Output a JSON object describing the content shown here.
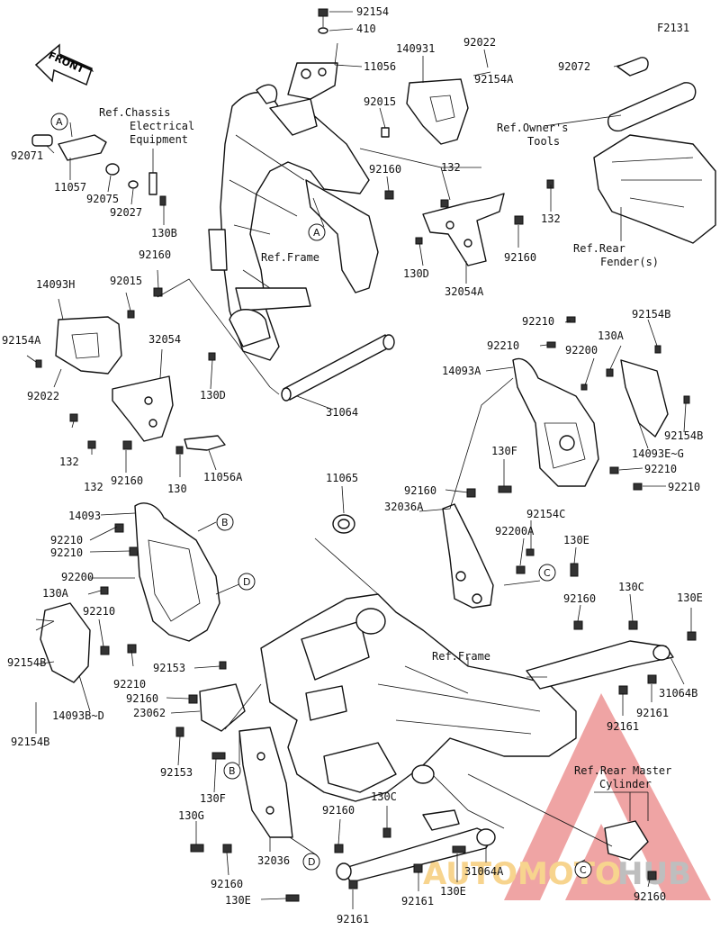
{
  "diagram_code": "F2131",
  "front_label": "FRONT",
  "refs": {
    "chassis_electrical": [
      "Ref.Chassis",
      "Electrical",
      "Equipment"
    ],
    "owners_tools": [
      "Ref.Owner's",
      "Tools"
    ],
    "rear_fender": [
      "Ref.Rear",
      "Fender(s)"
    ],
    "frame_upper": "Ref.Frame",
    "frame_lower": "Ref.Frame",
    "rear_master_cylinder": [
      "Ref.Rear Master",
      "Cylinder"
    ]
  },
  "callouts": [
    "A",
    "A",
    "B",
    "B",
    "C",
    "C",
    "D",
    "D"
  ],
  "part_numbers": {
    "p92154_top": "92154",
    "p410": "410",
    "p11056": "11056",
    "p140931": "140931",
    "p92022_top": "92022",
    "p92154A_top": "92154A",
    "p92015_top": "92015",
    "p92072": "92072",
    "p92160_mid": "92160",
    "p132_mid": "132",
    "p132_right": "132",
    "p92160_right": "92160",
    "p130D_right": "130D",
    "p32054A": "32054A",
    "p92071": "92071",
    "p11057": "11057",
    "p92075": "92075",
    "p92027": "92027",
    "p130B": "130B",
    "p92160_left_top": "92160",
    "p14093H": "14093H",
    "p92015_left": "92015",
    "p92154A_left": "92154A",
    "p92022_left": "92022",
    "p32054": "32054",
    "p130D_left": "130D",
    "p31064": "31064",
    "p132_a": "132",
    "p132_b": "132",
    "p92160_b": "92160",
    "p130": "130",
    "p11056A": "11056A",
    "p92210_r1": "92210",
    "p92210_r2": "92210",
    "p130A_r": "130A",
    "p92154B_r1": "92154B",
    "p92200_r": "92200",
    "p14093A": "14093A",
    "p92154B_r2": "92154B",
    "p14093EG": "14093E~G",
    "p92210_r3": "92210",
    "p92210_r4": "92210",
    "p130F_r": "130F",
    "p92160_r2": "92160",
    "p32036A": "32036A",
    "p11065": "11065",
    "p92154C": "92154C",
    "p92200A": "92200A",
    "p130E_r1": "130E",
    "p14093": "14093",
    "p92210_l1": "92210",
    "p92210_l2": "92210",
    "p92200_l": "92200",
    "p130A_l": "130A",
    "p92210_l3": "92210",
    "p92154B_l1": "92154B",
    "p92210_l4": "92210",
    "p14093BD": "14093B~D",
    "p92154B_l2": "92154B",
    "p92160_r3": "92160",
    "p130C_r": "130C",
    "p130E_r2": "130E",
    "p31064B": "31064B",
    "p92161_r1": "92161",
    "p92161_r2": "92161",
    "p92153_a": "92153",
    "p92160_c": "92160",
    "p23062": "23062",
    "p92153_b": "92153",
    "p130F_l": "130F",
    "p130G": "130G",
    "p32036": "32036",
    "p92160_d": "92160",
    "p130E_b": "130E",
    "p92160_e": "92160",
    "p130C_b": "130C",
    "p31064A": "31064A",
    "p92161_b1": "92161",
    "p130E_b2": "130E",
    "p92161_b2": "92161",
    "p92160_f": "92160"
  },
  "watermark": "AUTOMOTOHUB"
}
